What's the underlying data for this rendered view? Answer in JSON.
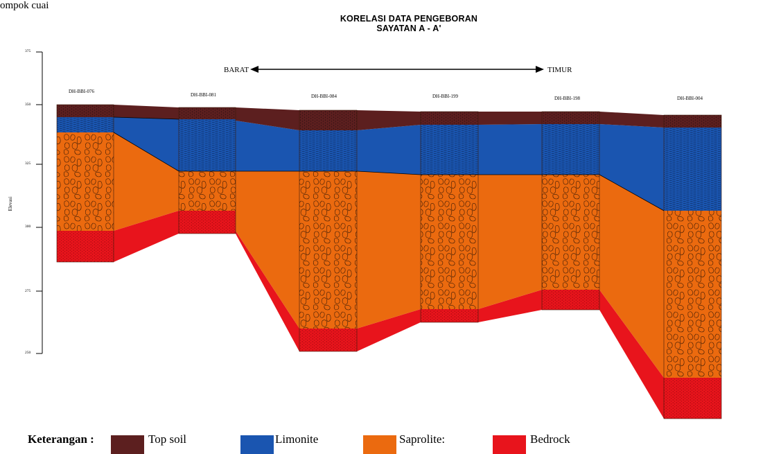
{
  "snippet_text": "ompok cuai",
  "title_line1": "KORELASI DATA PENGEBORAN",
  "title_line2": "SAYATAN A - A'",
  "y_axis_label": "Elevasi",
  "y_ticks": [
    "375",
    "350",
    "325",
    "300",
    "275",
    "250"
  ],
  "direction": {
    "left": "BARAT",
    "right": "TIMUR"
  },
  "drill_holes": [
    "DH-BBI-076",
    "DH-BBI-081",
    "DH-BBI-084",
    "DH-BBI-199",
    "DH-BBI-198",
    "DH-BBI-004"
  ],
  "legend": {
    "title": "Keterangan :",
    "items": [
      {
        "label": "Top soil",
        "color": "#5c1f1f"
      },
      {
        "label": "Limonite",
        "color": "#1a55b0"
      },
      {
        "label": "Saprolite:",
        "color": "#eb6a0f"
      },
      {
        "label": "Bedrock",
        "color": "#e8141c"
      }
    ]
  },
  "colors": {
    "top_soil": "#5c1f1f",
    "limonite": "#1a55b0",
    "saprolite": "#eb6a0f",
    "bedrock": "#e8141c"
  }
}
